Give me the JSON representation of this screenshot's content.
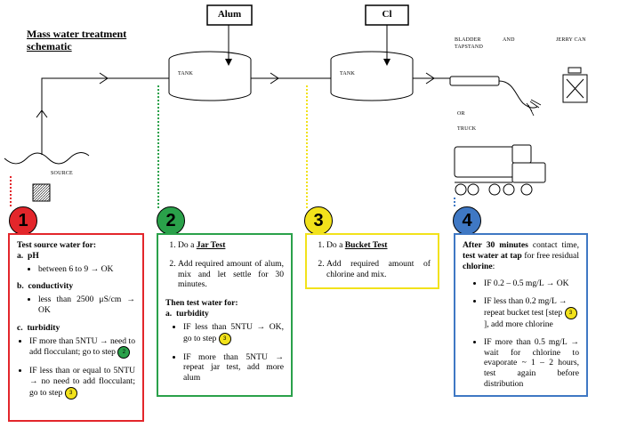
{
  "title": "Mass water treatment schematic",
  "labels": {
    "source": "SOURCE",
    "tank1": "TANK",
    "tank2": "TANK",
    "alum": "Alum",
    "cl": "Cl",
    "bladder": "BLADDER",
    "and": "AND",
    "tapstand": "TAPSTAND",
    "jerry_can": "JERRY CAN",
    "or": "OR",
    "truck": "TRUCK"
  },
  "colors": {
    "red": "#e3262b",
    "green": "#2aa14a",
    "yellow": "#f2e21b",
    "blue": "#3f78c4"
  },
  "panel1": {
    "num": "1",
    "heading": "Test source water for:",
    "ph": {
      "label": "a.",
      "name": "pH",
      "bullet": "between 6 to 9 → OK"
    },
    "conductivity": {
      "label": "b.",
      "name": "conductivity",
      "bullet": "less than 2500 μS/cm → OK"
    },
    "turbidity": {
      "label": "c.",
      "name": "turbidity",
      "b1": "IF more than 5NTU → need to add flocculant; go to step",
      "b1_step": "2",
      "b2": "IF less than or equal to 5NTU → no need to add flocculant; go to step",
      "b2_step": "3"
    }
  },
  "panel2": {
    "num": "2",
    "s1_pre": "Do a ",
    "s1_link": "Jar Test",
    "s2": "Add required amount of alum, mix and let settle for 30 minutes.",
    "then": "Then test water for:",
    "turbidity": {
      "label": "a.",
      "name": "turbidity",
      "b1": "IF less than 5NTU → OK, go to step",
      "b1_step": "3",
      "b2": "IF more than 5NTU → repeat jar test, add more alum"
    }
  },
  "panel3": {
    "num": "3",
    "s1_pre": "Do a ",
    "s1_link": "Bucket Test",
    "s2": "Add required amount of chlorine and mix."
  },
  "panel4": {
    "num": "4",
    "p_a": "After ",
    "p_b": "30 minutes",
    "p_c": " contact time, ",
    "p_d": "test water at tap",
    "p_e": " for free residual ",
    "p_f": "chlorine",
    "p_g": ":",
    "b1": "IF 0.2 – 0.5 mg/L → OK",
    "b2_a": "IF less than 0.2 mg/L → repeat bucket test [step",
    "b2_step": "3",
    "b2_b": "], add more chlorine",
    "b3": "IF more than 0.5 mg/L → wait for chlorine to evaporate ~ 1 – 2 hours, test again before distribution"
  }
}
